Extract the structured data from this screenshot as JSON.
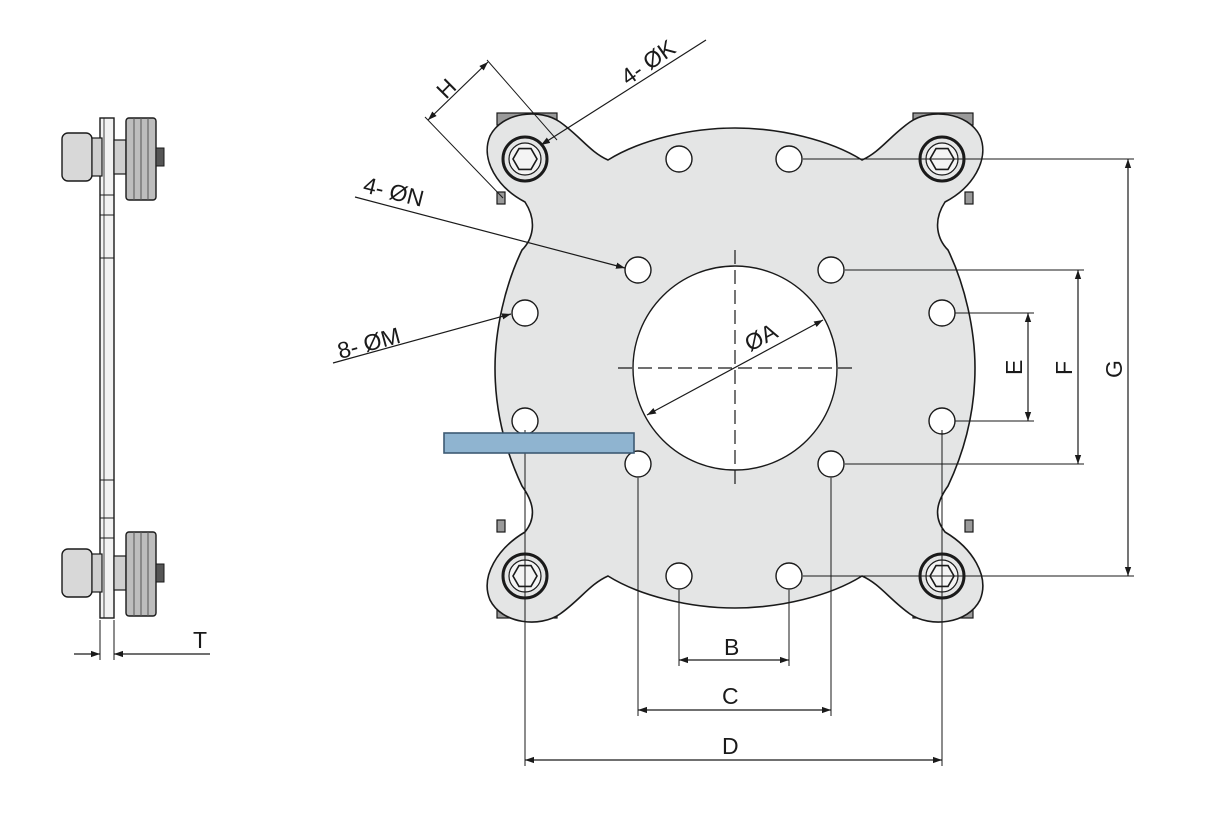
{
  "labels": {
    "phi_k": "4- ØK",
    "phi_n": "4- ØN",
    "phi_m": "8- ØM",
    "phi_a": "ØA",
    "h": "H",
    "b": "B",
    "c": "C",
    "d": "D",
    "e": "E",
    "f": "F",
    "g": "G",
    "t": "T"
  },
  "colors": {
    "plate_fill": "#e4e5e5",
    "line": "#1a1a1a",
    "highlight_bar": "#8fb4d0"
  }
}
